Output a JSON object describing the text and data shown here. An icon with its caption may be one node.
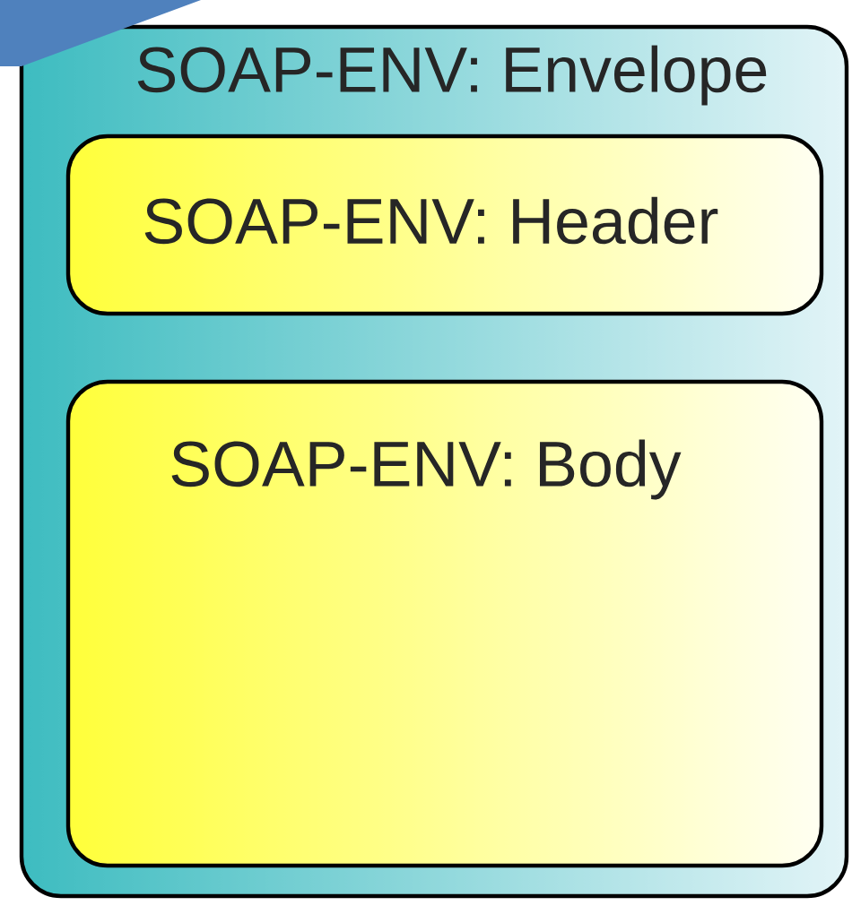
{
  "diagram": {
    "nodes": [
      {
        "text": [
          "SOAP-ENV: Envelope"
        ]
      },
      {
        "text": [
          "SOAP-ENV: Header"
        ],
        "in": 0
      },
      {
        "text": [
          "SOAP-ENV: Body"
        ],
        "in": 0
      }
    ]
  }
}
